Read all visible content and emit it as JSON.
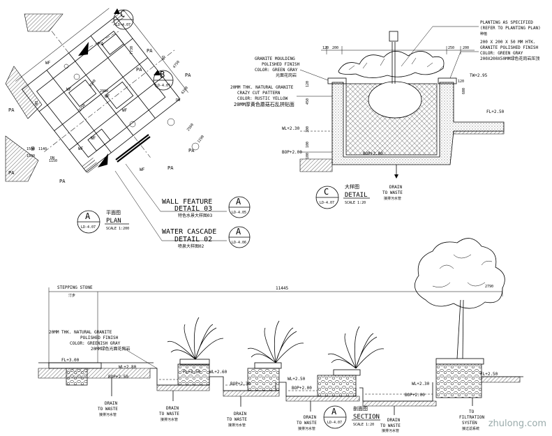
{
  "plan": {
    "title_cn": "平面图",
    "title_en": "PLAN",
    "scale": "SCALE 1:200",
    "tag_letter": "A",
    "tag_ref": "LD-4.07",
    "area_labels": [
      "PA",
      "PA",
      "PA",
      "PA",
      "PA",
      "PA",
      "PA",
      "PA",
      "PA"
    ],
    "wf_labels": [
      "WF",
      "WF",
      "WF",
      "WF",
      "WF",
      "WF",
      "WF"
    ],
    "dn_labels": [
      "DN",
      "DN",
      "DN",
      "DN",
      "DN"
    ],
    "callout_c": {
      "letter": "C",
      "ref": "LD-4.07"
    },
    "callout_b": {
      "letter": "B",
      "ref": "LD-4.07"
    },
    "dims": [
      "7730",
      "4750",
      "6260",
      "3540",
      "2900",
      "2250",
      "2560",
      "1290",
      "1500",
      "1140",
      "1150",
      "1500"
    ]
  },
  "callouts": {
    "wall_feature": {
      "title": "WALL FEATURE",
      "detail": "DETAIL 03",
      "cn": "特色水景大样图03",
      "letter": "A",
      "ref": "LD-4.05"
    },
    "water_cascade": {
      "title": "WATER CASCADE",
      "detail": "DETAIL 02",
      "cn": "喷泉大样图02",
      "letter": "A",
      "ref": "LD-4.06"
    }
  },
  "detail_c": {
    "notes": {
      "planting": [
        "PLANTING AS SPECIFIED",
        "(REFER TO PLANTING PLAN)",
        "种植"
      ],
      "granite_top": [
        "200 X 200 X 50 MM HTK.",
        "GRANITE POLISHED FINISH",
        "COLOR: GREEN GRAY",
        "200X200X50MM绿色花岗岩压顶"
      ],
      "moulding": [
        "GRANITE MOULDING",
        "POLISHED FINISH",
        "COLOR: GREEN GRAY",
        "光面花岗岩"
      ],
      "crazy": [
        "20MM THK. NATURAL GRANITE",
        "CRAZY CUT PATTERN",
        "COLOR: RUSTIC YELLOW",
        "20MM厚黄色蘑菇石乱拼贴面"
      ]
    },
    "levels": {
      "fl": "FL+2.50",
      "wl": "WL+2.30",
      "bop_left": "BOP+2.00",
      "bop_in": "BOP+2.00",
      "tw": "TW+2.95"
    },
    "dims": [
      "120",
      "200",
      "250",
      "200",
      "120",
      "600",
      "450",
      "300",
      "100",
      "100",
      "120"
    ],
    "drain": [
      "DRAIN",
      "TO WASTE",
      "接排污水管"
    ],
    "title_cn": "大样图",
    "title_en": "DETAIL",
    "scale": "SCALE 1:20",
    "tag_letter": "C",
    "tag_ref": "LD-4.07"
  },
  "section": {
    "stepping": [
      "STEPPING STONE",
      "汀步"
    ],
    "total_dim": "11445",
    "right_dim": "2790",
    "granite_note": [
      "20MM THK. NATURAL GRANITE",
      "POLISHED FINISH",
      "COLOR: GREENISH GRAY",
      "20MM绿色光面花岗岩"
    ],
    "levels": {
      "fl1": "FL+3.00",
      "wl1": "WL+2.80",
      "bop1": "BOP+2.50",
      "fl2": "FL+2.50",
      "wl2": "WL+2.60",
      "bop2": "BOP+2.30",
      "wl3": "WL+2.50",
      "bop3": "BOP+2.00",
      "wl4": "WL+2.30",
      "bop4": "BOP+2.00",
      "fl_right": "FL+2.50"
    },
    "drains": [
      [
        "DRAIN",
        "TO WASTE",
        "接排污水管"
      ],
      [
        "DRAIN",
        "TO WASTE",
        "接排污水管"
      ],
      [
        "DRAIN",
        "TO WASTE",
        "接排污水管"
      ],
      [
        "DRAIN",
        "TO WASTE",
        "接排污水管"
      ],
      [
        "DRAIN",
        "TO WASTE",
        "接排污水管"
      ]
    ],
    "filtration": [
      "TO",
      "FILTRATION",
      "SYSTEN",
      "接过滤系统"
    ],
    "title_cn": "剖面图",
    "title_en": "SECTION",
    "scale": "SCALE 1:20",
    "tag_letter": "A",
    "tag_ref": "LD-4.07"
  },
  "watermark": "zhulong.com"
}
